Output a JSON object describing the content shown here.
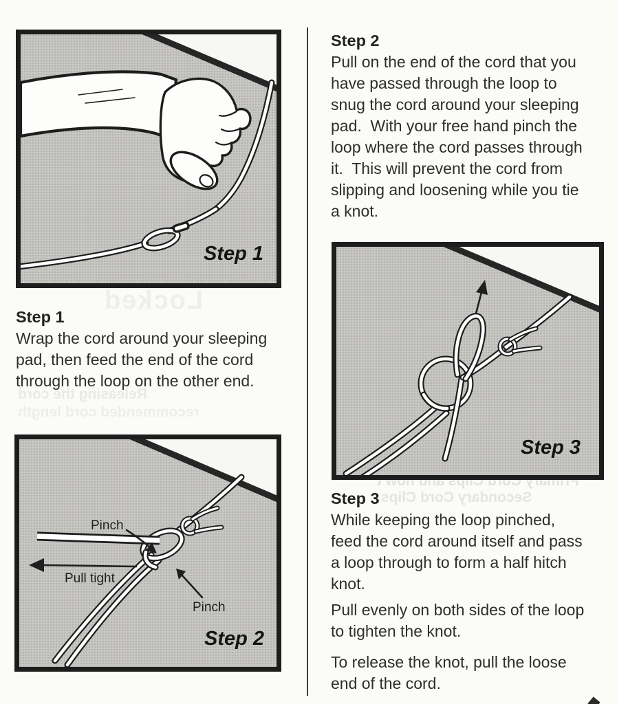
{
  "colors": {
    "page-bg": "#fbfbf8",
    "pad-gray": "#c9c8c5",
    "ink": "#1d1d1d",
    "text": "#2e2e2c",
    "divider": "#3c3c3c"
  },
  "left_column": {
    "step1_heading": "Step 1",
    "step1_body": "Wrap the cord around your sleeping\npad, then feed the end of the cord\nthrough the loop on the other end."
  },
  "right_column": {
    "step2_heading": "Step 2",
    "step2_body": "Pull on the end of the cord that you\nhave passed through the loop to\nsnug the cord around your sleeping\npad.  With your free hand pinch the\nloop where the cord passes through\nit.  This will prevent the cord from\nslipping and loosening while you tie\na knot.",
    "step3_heading": "Step 3",
    "step3_body": "While keeping the loop pinched,\nfeed the cord around itself and pass\na loop through to form a half hitch\nknot.",
    "para_tighten": "Pull evenly on both sides of the loop\nto tighten the knot.",
    "para_release": "To release the knot, pull the loose\nend of the cord."
  },
  "figures": {
    "fig1": {
      "label": "Step 1"
    },
    "fig2": {
      "label": "Step 2",
      "pinch_top": "Pinch",
      "pinch_bottom": "Pinch",
      "pull_tight": "Pull tight"
    },
    "fig3": {
      "label": "Step 3"
    }
  },
  "bleed_through": {
    "right_line1": "Primary Cord Clips and how t",
    "right_line2": "Secondary Cord Clips.",
    "left_line1": "Releasing the cord",
    "left_line2": "recommended cord length",
    "left_word": "Locked"
  }
}
